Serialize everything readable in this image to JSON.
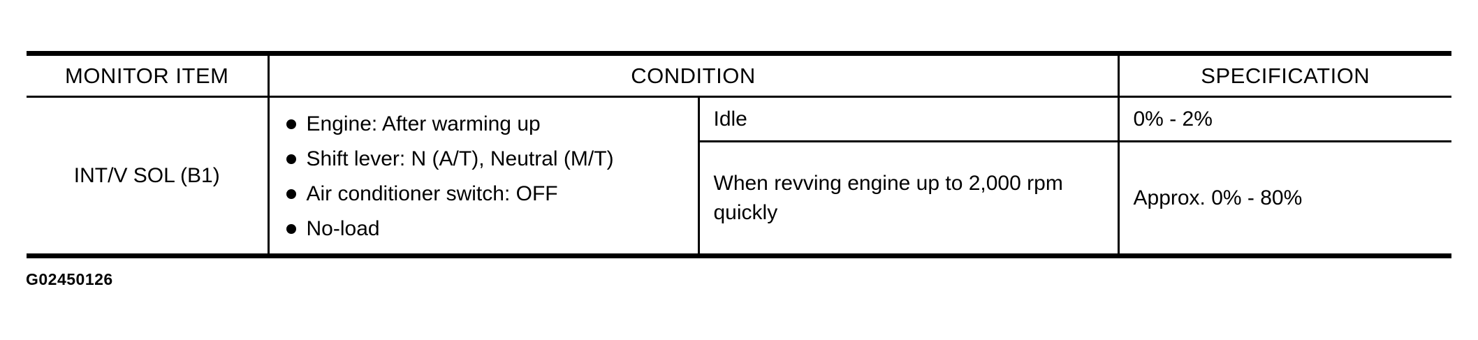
{
  "table": {
    "headers": {
      "monitor_item": "MONITOR ITEM",
      "condition": "CONDITION",
      "specification": "SPECIFICATION"
    },
    "monitor_item": "INT/V SOL (B1)",
    "conditions": [
      "Engine: After warming up",
      "Shift lever: N (A/T), Neutral (M/T)",
      "Air conditioner switch: OFF",
      "No-load"
    ],
    "rows": [
      {
        "condition": "Idle",
        "specification": "0% - 2%"
      },
      {
        "condition": "When revving engine up to 2,000 rpm quickly",
        "specification": "Approx. 0% - 80%"
      }
    ]
  },
  "figure_id": "G02450126",
  "colors": {
    "text": "#000000",
    "background": "#ffffff",
    "border": "#000000"
  }
}
